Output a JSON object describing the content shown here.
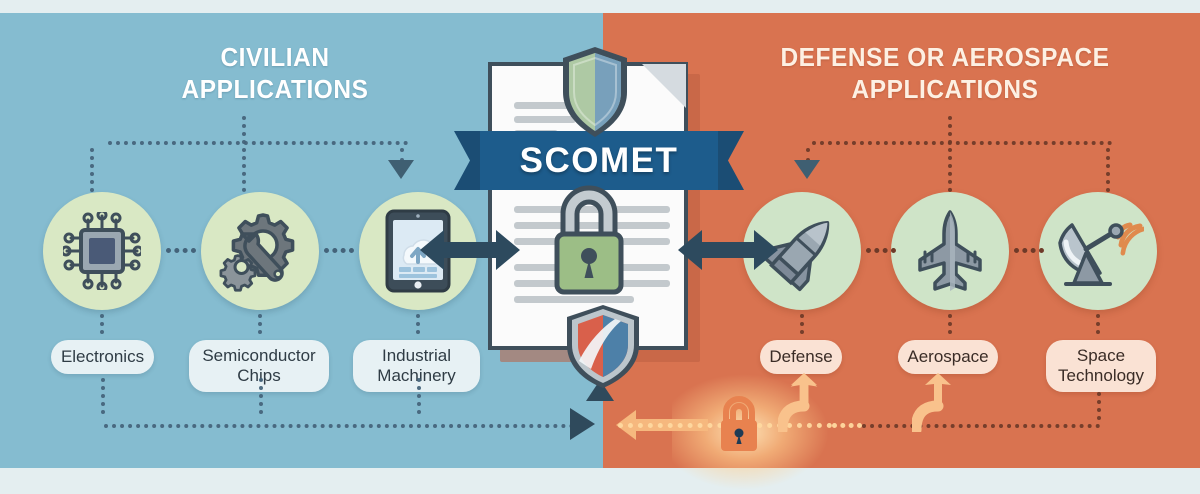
{
  "diagram": {
    "title": "SCOMET",
    "banner_label": "SCOMET",
    "left_panel": {
      "heading_line1": "CIVILIAN",
      "heading_line2": "APPLICATIONS",
      "heading_full": "CIVILIAN APPLICATIONS",
      "bg_color": "#85bcd0",
      "text_color": "#ffffff",
      "nodes": [
        {
          "label": "Electronics",
          "icon": "microchip-icon"
        },
        {
          "label": "Semiconductor Chips",
          "icon": "gear-wrench-icon"
        },
        {
          "label": "Industrial Machinery",
          "icon": "tablet-cloud-icon"
        }
      ]
    },
    "right_panel": {
      "heading_line1": "DEFENSE OR AEROSPACE",
      "heading_line2": "APPLICATIONS",
      "heading_full": "DEFENSE OR AEROSPACE APPLICATIONS",
      "bg_color": "#d97350",
      "text_color": "#fdf0e3",
      "nodes": [
        {
          "label": "Defense",
          "icon": "missile-icon"
        },
        {
          "label": "Aerospace",
          "icon": "fighter-jet-icon"
        },
        {
          "label": "Space Technology",
          "icon": "satellite-dish-icon"
        }
      ]
    },
    "center": {
      "document_icon": "document-icon",
      "lock_icon": "padlock-icon",
      "shield_top_icon": "shield-icon",
      "shield_bottom_icon": "shield-icon",
      "ribbon_color": "#1d5c8c",
      "lock_color": "#9cbe86"
    },
    "footer": {
      "glow_lock_icon": "glowing-padlock-icon",
      "glow_lock_color": "#e8824f"
    },
    "colors": {
      "accent_blue": "#1d5c8c",
      "panel_blue": "#85bcd0",
      "panel_orange": "#d97350",
      "circle_green": "#d9e8c4",
      "page_bg": "#e4eef0",
      "dotted_cool": "#44637a",
      "dotted_warm": "#6e3a28",
      "light_trail": "#ffd9a0"
    }
  }
}
